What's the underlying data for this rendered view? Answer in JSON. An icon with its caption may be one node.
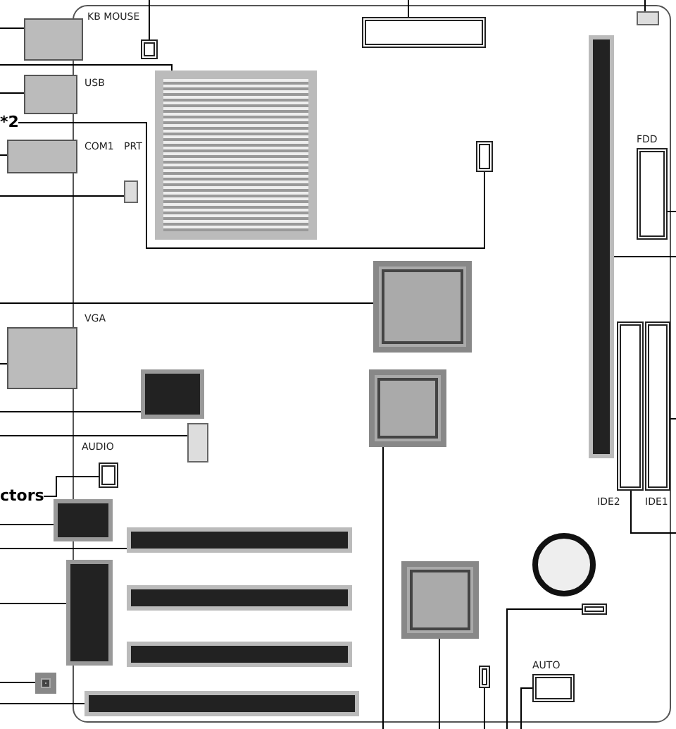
{
  "diagram": {
    "nodes": [
      {
        "text": [],
        "shape": "box"
      },
      {
        "text": [],
        "shape": "box"
      },
      {
        "text": [],
        "shape": "box"
      },
      {
        "text": [],
        "shape": "box"
      },
      {
        "text": [],
        "shape": "box"
      },
      {
        "text": [],
        "shape": "box"
      },
      {
        "text": [
          "*2"
        ]
      },
      {
        "text": [],
        "shape": "box"
      },
      {
        "text": [],
        "shape": "box"
      },
      {
        "text": [],
        "shape": "box"
      },
      {
        "text": [],
        "shape": "box"
      },
      {
        "text": [],
        "shape": "box"
      },
      {
        "text": [],
        "shape": "box"
      },
      {
        "text": [],
        "shape": "box"
      },
      {
        "text": [],
        "shape": "box"
      },
      {
        "text": [],
        "shape": "box"
      },
      {
        "text": [],
        "shape": "box"
      },
      {
        "text": [],
        "shape": "box"
      },
      {
        "text": [],
        "shape": "box"
      },
      {
        "text": [
          "ctors"
        ]
      },
      {
        "text": [],
        "shape": "box"
      },
      {
        "text": [],
        "shape": "box"
      },
      {
        "text": [],
        "shape": "box"
      },
      {
        "text": [],
        "shape": "box"
      },
      {
        "text": [],
        "shape": "box"
      },
      {
        "text": [],
        "shape": "box"
      },
      {
        "text": [],
        "shape": "box"
      },
      {
        "text": [],
        "shape": "box"
      },
      {
        "text": [],
        "shape": "box"
      },
      {
        "text": [],
        "shape": "circle"
      },
      {
        "text": [],
        "shape": "box"
      },
      {
        "text": [],
        "shape": "box",
        "beside": [
          "AUTO"
        ]
      },
      {
        "text": [],
        "shape": "box"
      }
    ],
    "edges": [
      {
        "from": null,
        "to": 0,
        "arrow": "none"
      },
      {
        "from": null,
        "to": 1,
        "arrow": "none"
      },
      {
        "from": null,
        "to": 2,
        "arrow": "none"
      },
      {
        "from": null,
        "to": 3,
        "arrow": "none"
      },
      {
        "from": null,
        "to": 5,
        "arrow": "none"
      },
      {
        "from": null,
        "to": 4,
        "arrow": "none"
      },
      {
        "from": 6,
        "to": 7,
        "arrow": "none"
      },
      {
        "from": null,
        "to": 8,
        "arrow": "none"
      },
      {
        "from": null,
        "to": 9,
        "arrow": "none"
      },
      {
        "from": null,
        "to": 10,
        "arrow": "none"
      },
      {
        "from": null,
        "to": 11,
        "arrow": "none"
      },
      {
        "from": null,
        "to": 12,
        "arrow": "none"
      },
      {
        "from": null,
        "to": 14,
        "arrow": "none"
      },
      {
        "from": null,
        "to": 15,
        "arrow": "none"
      },
      {
        "from": null,
        "to": 16,
        "arrow": "none"
      },
      {
        "from": null,
        "to": 18,
        "arrow": "none"
      },
      {
        "from": 19,
        "to": 20,
        "arrow": "none"
      },
      {
        "from": null,
        "to": 21,
        "arrow": "none"
      },
      {
        "from": null,
        "to": 23,
        "arrow": "none"
      },
      {
        "from": null,
        "to": 22,
        "arrow": "none"
      },
      {
        "from": null,
        "to": 26,
        "arrow": "none"
      },
      {
        "from": null,
        "to": 27,
        "arrow": "none"
      },
      {
        "from": null,
        "to": 17,
        "arrow": "none"
      },
      {
        "from": null,
        "to": 28,
        "arrow": "none"
      },
      {
        "from": null,
        "to": 30,
        "arrow": "none"
      },
      {
        "from": null,
        "to": 31,
        "arrow": "none"
      },
      {
        "from": null,
        "to": 32,
        "arrow": "none"
      },
      {
        "from": null,
        "to": 13,
        "arrow": "none"
      }
    ],
    "labels": [
      "KB MOUSE",
      "USB",
      "COM1",
      "PRT",
      "FDD",
      "VGA",
      "IDE2",
      "IDE1",
      "AUDIO"
    ]
  }
}
